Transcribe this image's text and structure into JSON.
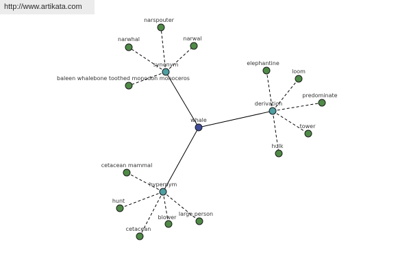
{
  "watermark": "http://www.artikata.com",
  "colors": {
    "center": "#3f4b97",
    "relation": "#4f9ea0",
    "leaf": "#4f8a47",
    "stroke": "#1a1a1a",
    "edge": "#000000"
  },
  "nodes": [
    {
      "id": "whale",
      "label": "whale",
      "kind": "center"
    },
    {
      "id": "synonym",
      "label": "synonym",
      "kind": "relation"
    },
    {
      "id": "derivation",
      "label": "derivation",
      "kind": "relation"
    },
    {
      "id": "hypernym",
      "label": "hypernym",
      "kind": "relation"
    },
    {
      "id": "narspouter",
      "label": "narspouter",
      "kind": "leaf"
    },
    {
      "id": "narwhal",
      "label": "narwhal",
      "kind": "leaf"
    },
    {
      "id": "narwal",
      "label": "narwal",
      "kind": "leaf"
    },
    {
      "id": "baleen",
      "label": "baleen whalebone toothed monodon monoceros",
      "kind": "leaf"
    },
    {
      "id": "elephantine",
      "label": "elephantine",
      "kind": "leaf"
    },
    {
      "id": "loom",
      "label": "loom",
      "kind": "leaf"
    },
    {
      "id": "predominate",
      "label": "predominate",
      "kind": "leaf"
    },
    {
      "id": "tower",
      "label": "tower",
      "kind": "leaf"
    },
    {
      "id": "hulk",
      "label": "hulk",
      "kind": "leaf"
    },
    {
      "id": "cetacean-mammal",
      "label": "cetacean mammal",
      "kind": "leaf"
    },
    {
      "id": "hunt",
      "label": "hunt",
      "kind": "leaf"
    },
    {
      "id": "cetacean",
      "label": "cetacean",
      "kind": "leaf"
    },
    {
      "id": "blower",
      "label": "blower",
      "kind": "leaf"
    },
    {
      "id": "large-person",
      "label": "large person",
      "kind": "leaf"
    }
  ],
  "edges": [
    {
      "from": "whale",
      "to": "synonym",
      "style": "solid"
    },
    {
      "from": "whale",
      "to": "derivation",
      "style": "solid"
    },
    {
      "from": "whale",
      "to": "hypernym",
      "style": "solid"
    },
    {
      "from": "synonym",
      "to": "narspouter",
      "style": "dashed"
    },
    {
      "from": "synonym",
      "to": "narwhal",
      "style": "dashed"
    },
    {
      "from": "synonym",
      "to": "narwal",
      "style": "dashed"
    },
    {
      "from": "synonym",
      "to": "baleen",
      "style": "dashed"
    },
    {
      "from": "derivation",
      "to": "elephantine",
      "style": "dashed"
    },
    {
      "from": "derivation",
      "to": "loom",
      "style": "dashed"
    },
    {
      "from": "derivation",
      "to": "predominate",
      "style": "dashed"
    },
    {
      "from": "derivation",
      "to": "tower",
      "style": "dashed"
    },
    {
      "from": "derivation",
      "to": "hulk",
      "style": "dashed"
    },
    {
      "from": "hypernym",
      "to": "cetacean-mammal",
      "style": "dashed"
    },
    {
      "from": "hypernym",
      "to": "hunt",
      "style": "dashed"
    },
    {
      "from": "hypernym",
      "to": "cetacean",
      "style": "dashed"
    },
    {
      "from": "hypernym",
      "to": "blower",
      "style": "dashed"
    },
    {
      "from": "hypernym",
      "to": "large-person",
      "style": "dashed"
    }
  ]
}
